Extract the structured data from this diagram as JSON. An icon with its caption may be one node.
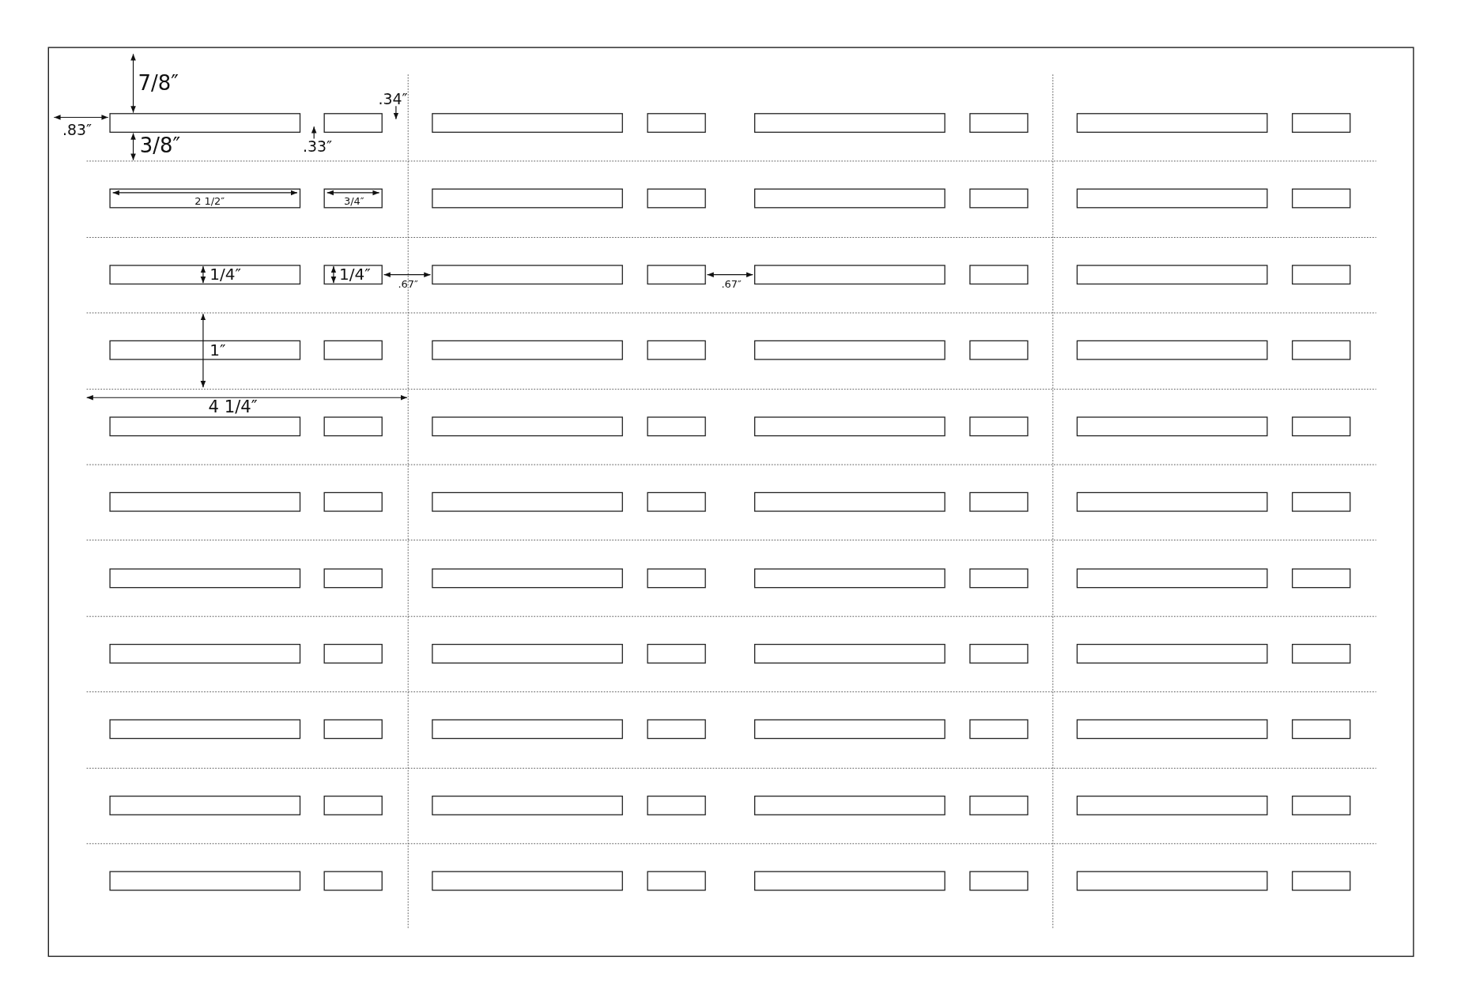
{
  "diagram": {
    "labels": [
      "7/8″",
      ".34″",
      ".83″",
      "3/8″",
      ".33″",
      "2 1/2″",
      "3/4″",
      "1/4″",
      "1/4″",
      ".67″",
      ".67″",
      "1″",
      "4 1/4″"
    ]
  }
}
